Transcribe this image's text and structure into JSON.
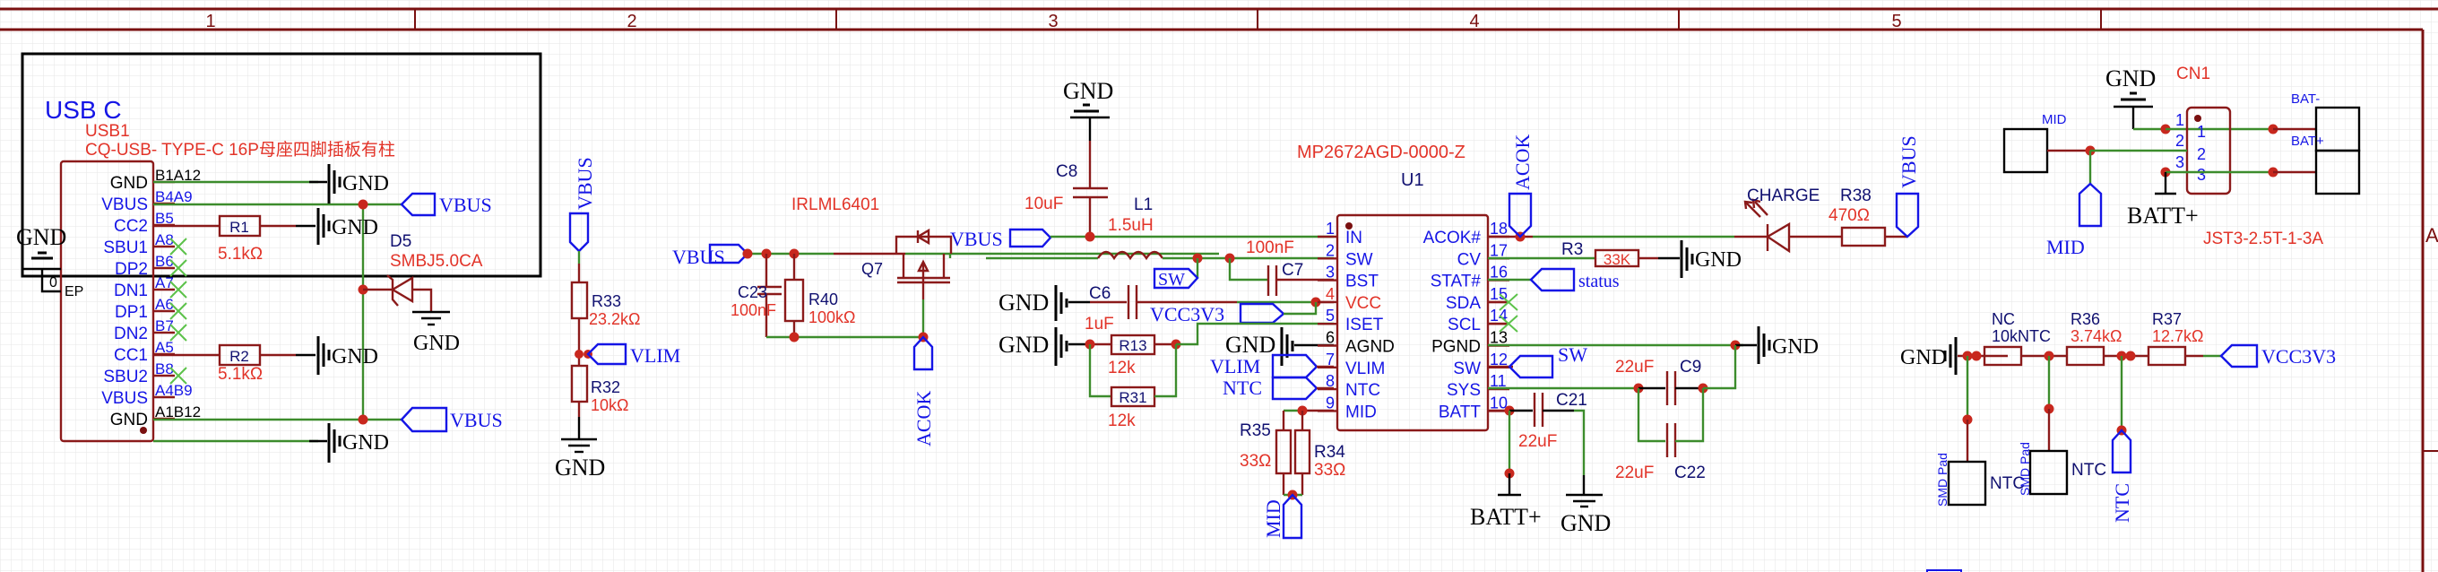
{
  "ruler": {
    "columns": [
      "1",
      "2",
      "3",
      "4",
      "5"
    ],
    "row_label": "A"
  },
  "usb": {
    "title": "USB C",
    "designator": "USB1",
    "part": "CQ-USB- TYPE-C 16P母座四脚插板有柱",
    "ep_label": "EP",
    "ep_num": "0",
    "gnd_left": "GND",
    "pins": [
      {
        "name": "GND",
        "num": "B1A12"
      },
      {
        "name": "VBUS",
        "num": "B4A9"
      },
      {
        "name": "CC2",
        "num": "B5"
      },
      {
        "name": "SBU1",
        "num": "A8"
      },
      {
        "name": "DP2",
        "num": "B6"
      },
      {
        "name": "DN1",
        "num": "A7"
      },
      {
        "name": "DP1",
        "num": "A6"
      },
      {
        "name": "DN2",
        "num": "B7"
      },
      {
        "name": "CC1",
        "num": "A5"
      },
      {
        "name": "SBU2",
        "num": "B8"
      },
      {
        "name": "VBUS",
        "num": "A4B9"
      },
      {
        "name": "GND",
        "num": "A1B12"
      }
    ],
    "r1": {
      "ref": "R1",
      "value": "5.1kΩ"
    },
    "r2": {
      "ref": "R2",
      "value": "5.1kΩ"
    },
    "d5": {
      "ref": "D5",
      "value": "SMBJ5.0CA"
    },
    "gnd": "GND",
    "vbus": "VBUS"
  },
  "vlim": {
    "vbus": "VBUS",
    "r33": {
      "ref": "R33",
      "value": "23.2kΩ"
    },
    "r32": {
      "ref": "R32",
      "value": "10kΩ"
    },
    "net": "VLIM",
    "gnd": "GND"
  },
  "input": {
    "vbus_in": "VBUS",
    "vbus_out": "VBUS",
    "q7": {
      "ref": "Q7",
      "value": "IRLML6401"
    },
    "c23": {
      "ref": "C23",
      "value": "100nF"
    },
    "r40": {
      "ref": "R40",
      "value": "100kΩ"
    },
    "acok": "ACOK"
  },
  "charger": {
    "gnd_top": "GND",
    "c8": {
      "ref": "C8",
      "value": "10uF"
    },
    "l1": {
      "ref": "L1",
      "value": "1.5uH"
    },
    "c7": {
      "ref": "C7",
      "value": "100nF"
    },
    "sw": "SW",
    "c6": {
      "ref": "C6",
      "value": "1uF"
    },
    "vcc3v3": "VCC3V3",
    "r13": {
      "ref": "R13",
      "value": "12k"
    },
    "r31": {
      "ref": "R31",
      "value": "12k"
    },
    "vlim": "VLIM",
    "ntc": "NTC",
    "gnd": "GND",
    "r35": {
      "ref": "R35",
      "value": "33Ω"
    },
    "r34": {
      "ref": "R34",
      "value": "33Ω"
    },
    "mid": "MID",
    "u1": {
      "ref": "U1",
      "part": "MP2672AGD-0000-Z",
      "left_pins": [
        {
          "num": "1",
          "name": "IN"
        },
        {
          "num": "2",
          "name": "SW"
        },
        {
          "num": "3",
          "name": "BST"
        },
        {
          "num": "4",
          "name": "VCC"
        },
        {
          "num": "5",
          "name": "ISET"
        },
        {
          "num": "6",
          "name": "AGND"
        },
        {
          "num": "7",
          "name": "VLIM"
        },
        {
          "num": "8",
          "name": "NTC"
        },
        {
          "num": "9",
          "name": "MID"
        }
      ],
      "right_pins": [
        {
          "num": "18",
          "name": "ACOK#"
        },
        {
          "num": "17",
          "name": "CV"
        },
        {
          "num": "16",
          "name": "STAT#"
        },
        {
          "num": "15",
          "name": "SDA"
        },
        {
          "num": "14",
          "name": "SCL"
        },
        {
          "num": "13",
          "name": "PGND"
        },
        {
          "num": "12",
          "name": "SW"
        },
        {
          "num": "11",
          "name": "SYS"
        },
        {
          "num": "10",
          "name": "BATT"
        }
      ]
    },
    "acok": "ACOK",
    "r3": {
      "ref": "R3",
      "value": "33K"
    },
    "status": "status",
    "sw_right": "SW",
    "c21": {
      "ref": "C21",
      "value": "22uF"
    },
    "c9": {
      "ref": "C9",
      "value": "22uF"
    },
    "c22": {
      "ref": "C22",
      "value": "22uF"
    },
    "batt": "BATT+",
    "gnd_bottom": "GND",
    "led": {
      "ref": "CHARGE"
    },
    "r38": {
      "ref": "R38",
      "value": "470Ω"
    },
    "vbus": "VBUS"
  },
  "battery": {
    "cn1": {
      "ref": "CN1",
      "value": "JST3-2.5T-1-3A"
    },
    "gnd": "GND",
    "mid_pad": "MID",
    "mid_net": "MID",
    "batt": "BATT+",
    "bat_minus": "BAT-",
    "bat_plus": "BAT+",
    "pins": [
      "1",
      "2",
      "3"
    ]
  },
  "ntc": {
    "gnd": "GND",
    "nc": {
      "ref": "NC",
      "value": "10kNTC"
    },
    "r36": {
      "ref": "R36",
      "value": "3.74kΩ"
    },
    "r37": {
      "ref": "R37",
      "value": "12.7kΩ"
    },
    "vcc": "VCC3V3",
    "pad1": {
      "label": "SMD Pad",
      "name": "NTC"
    },
    "pad2": {
      "label": "SMD Pad",
      "name": "NTC"
    },
    "net": "NTC"
  }
}
